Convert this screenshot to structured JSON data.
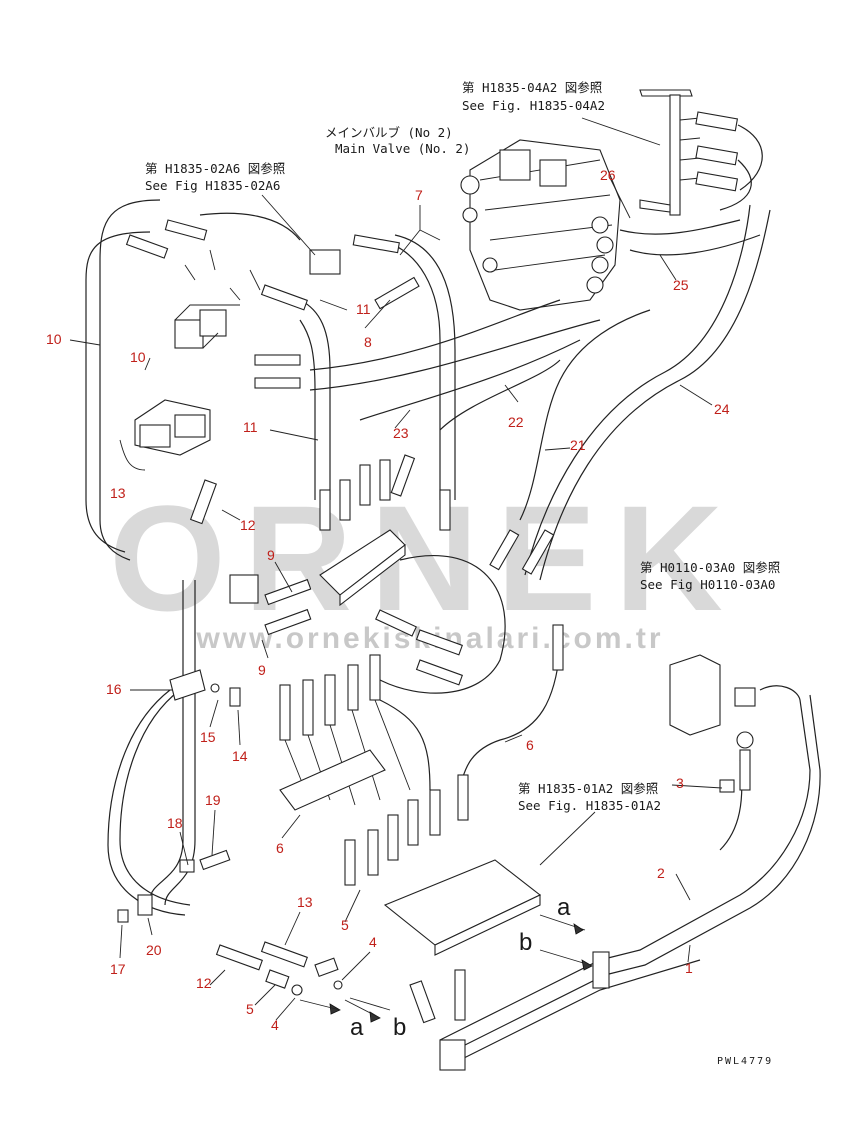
{
  "references": {
    "main_valve_fig": "第 H1835-04A2 図参照",
    "main_valve_fig_en": "See Fig. H1835-04A2",
    "main_valve_jp": "メインバルブ (No 2)",
    "main_valve_en": "Main Valve (No. 2)",
    "fig_02a6": "第 H1835-02A6 図参照",
    "fig_02a6_en": "See Fig H1835-02A6",
    "fig_0110": "第 H0110-03A0 図参照",
    "fig_0110_en": "See Fig H0110-03A0",
    "fig_01a2": "第 H1835-01A2 図参照",
    "fig_01a2_en": "See Fig. H1835-01A2"
  },
  "callouts": {
    "n1": "1",
    "n2": "2",
    "n3": "3",
    "n4a": "4",
    "n4b": "4",
    "n5a": "5",
    "n5b": "5",
    "n6a": "6",
    "n6b": "6",
    "n7": "7",
    "n8": "8",
    "n9a": "9",
    "n9b": "9",
    "n10a": "10",
    "n10b": "10",
    "n11a": "11",
    "n11b": "11",
    "n12a": "12",
    "n12b": "12",
    "n13a": "13",
    "n13b": "13",
    "n14": "14",
    "n15": "15",
    "n16": "16",
    "n17": "17",
    "n18": "18",
    "n19": "19",
    "n20": "20",
    "n21": "21",
    "n22": "22",
    "n23": "23",
    "n24": "24",
    "n25": "25",
    "n26": "26"
  },
  "connection_labels": {
    "a1": "a",
    "b1": "b",
    "a2": "a",
    "b2": "b"
  },
  "drawing_code": "PWL4779",
  "watermark": {
    "brand": "ORNEK",
    "url": "www.ornekiskinalari.com.tr"
  }
}
